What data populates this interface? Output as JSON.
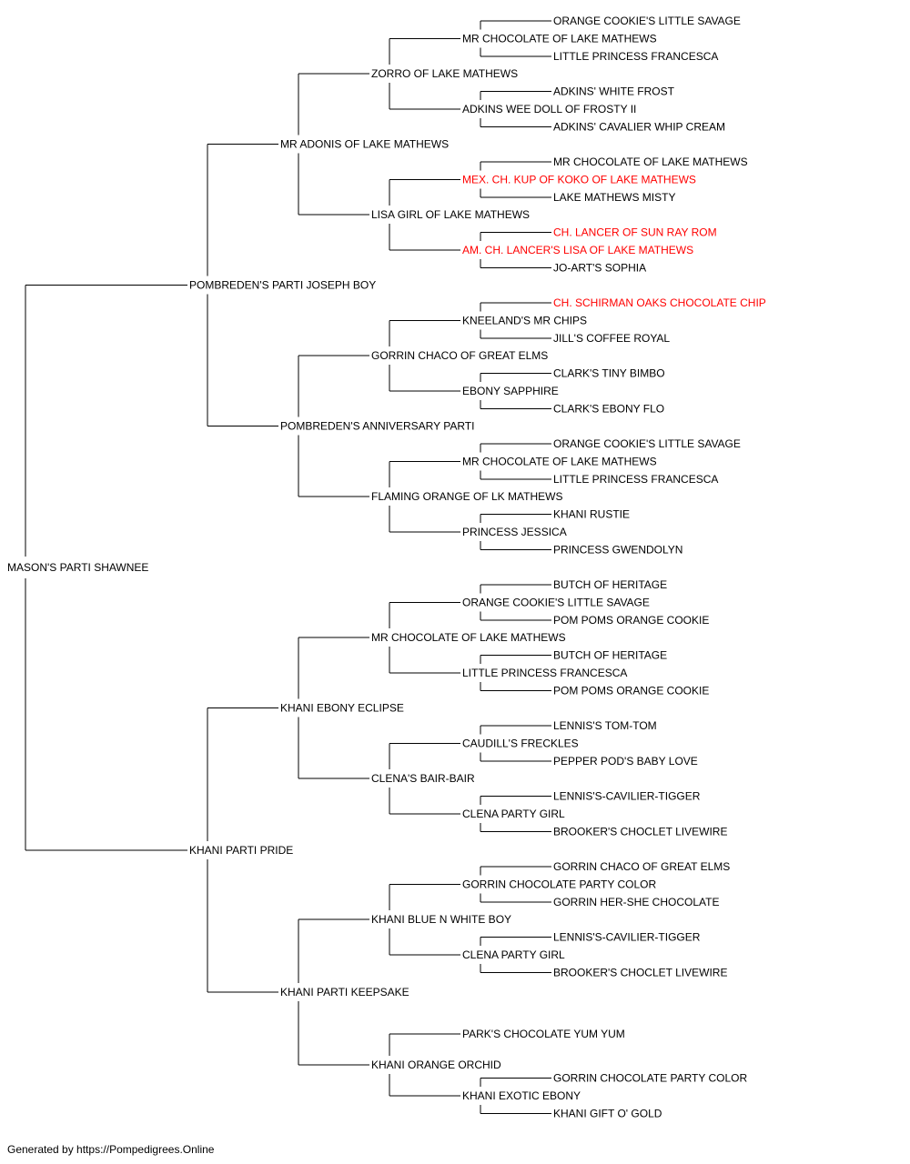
{
  "pedigree": {
    "name": "MASON'S PARTI SHAWNEE",
    "sire": {
      "name": "POMBREDEN'S PARTI JOSEPH BOY",
      "sire": {
        "name": "MR ADONIS OF LAKE MATHEWS",
        "sire": {
          "name": "ZORRO OF LAKE MATHEWS",
          "sire": {
            "name": "MR CHOCOLATE OF LAKE MATHEWS",
            "sire": {
              "name": "ORANGE COOKIE'S LITTLE SAVAGE"
            },
            "dam": {
              "name": "LITTLE PRINCESS FRANCESCA"
            }
          },
          "dam": {
            "name": "ADKINS WEE DOLL OF FROSTY II",
            "sire": {
              "name": "ADKINS' WHITE FROST"
            },
            "dam": {
              "name": "ADKINS' CAVALIER WHIP CREAM"
            }
          }
        },
        "dam": {
          "name": "LISA GIRL OF LAKE MATHEWS",
          "sire": {
            "name": "MEX. CH. KUP OF KOKO OF LAKE MATHEWS",
            "champion": true,
            "sire": {
              "name": "MR CHOCOLATE OF LAKE MATHEWS"
            },
            "dam": {
              "name": "LAKE MATHEWS MISTY"
            }
          },
          "dam": {
            "name": "AM. CH. LANCER'S LISA OF LAKE MATHEWS",
            "champion": true,
            "sire": {
              "name": "CH. LANCER OF SUN RAY ROM",
              "champion": true
            },
            "dam": {
              "name": "JO-ART'S SOPHIA"
            }
          }
        }
      },
      "dam": {
        "name": "POMBREDEN'S ANNIVERSARY PARTI",
        "sire": {
          "name": "GORRIN CHACO OF GREAT ELMS",
          "sire": {
            "name": "KNEELAND'S MR CHIPS",
            "sire": {
              "name": "CH. SCHIRMAN OAKS CHOCOLATE CHIP",
              "champion": true
            },
            "dam": {
              "name": "JILL'S COFFEE ROYAL"
            }
          },
          "dam": {
            "name": "EBONY SAPPHIRE",
            "sire": {
              "name": "CLARK'S TINY BIMBO"
            },
            "dam": {
              "name": "CLARK'S EBONY FLO"
            }
          }
        },
        "dam": {
          "name": "FLAMING ORANGE OF LK MATHEWS",
          "sire": {
            "name": "MR CHOCOLATE OF LAKE MATHEWS",
            "sire": {
              "name": "ORANGE COOKIE'S LITTLE SAVAGE"
            },
            "dam": {
              "name": "LITTLE PRINCESS FRANCESCA"
            }
          },
          "dam": {
            "name": "PRINCESS JESSICA",
            "sire": {
              "name": "KHANI RUSTIE"
            },
            "dam": {
              "name": "PRINCESS GWENDOLYN"
            }
          }
        }
      }
    },
    "dam": {
      "name": "KHANI PARTI PRIDE",
      "sire": {
        "name": "KHANI EBONY ECLIPSE",
        "sire": {
          "name": "MR CHOCOLATE OF LAKE MATHEWS",
          "sire": {
            "name": "ORANGE COOKIE'S LITTLE SAVAGE",
            "sire": {
              "name": "BUTCH OF HERITAGE"
            },
            "dam": {
              "name": "POM POMS ORANGE COOKIE"
            }
          },
          "dam": {
            "name": "LITTLE PRINCESS FRANCESCA",
            "sire": {
              "name": "BUTCH OF HERITAGE"
            },
            "dam": {
              "name": "POM POMS ORANGE COOKIE"
            }
          }
        },
        "dam": {
          "name": "CLENA'S BAIR-BAIR",
          "sire": {
            "name": "CAUDILL'S FRECKLES",
            "sire": {
              "name": "LENNIS'S TOM-TOM"
            },
            "dam": {
              "name": "PEPPER POD'S BABY LOVE"
            }
          },
          "dam": {
            "name": "CLENA PARTY GIRL",
            "sire": {
              "name": "LENNIS'S-CAVILIER-TIGGER"
            },
            "dam": {
              "name": "BROOKER'S CHOCLET LIVEWIRE"
            }
          }
        }
      },
      "dam": {
        "name": "KHANI PARTI KEEPSAKE",
        "sire": {
          "name": "KHANI BLUE N WHITE BOY",
          "sire": {
            "name": "GORRIN CHOCOLATE PARTY COLOR",
            "sire": {
              "name": "GORRIN CHACO OF GREAT ELMS"
            },
            "dam": {
              "name": "GORRIN HER-SHE CHOCOLATE"
            }
          },
          "dam": {
            "name": "CLENA PARTY GIRL",
            "sire": {
              "name": "LENNIS'S-CAVILIER-TIGGER"
            },
            "dam": {
              "name": "BROOKER'S CHOCLET LIVEWIRE"
            }
          }
        },
        "dam": {
          "name": "KHANI ORANGE ORCHID",
          "sire": {
            "name": "PARK'S CHOCOLATE YUM YUM"
          },
          "dam": {
            "name": "KHANI EXOTIC EBONY",
            "sire": {
              "name": "GORRIN CHOCOLATE PARTY COLOR"
            },
            "dam": {
              "name": "KHANI GIFT O' GOLD"
            }
          }
        }
      }
    }
  },
  "colors": {
    "line": "#000000",
    "text": "#000000",
    "champion": "#ff0000"
  },
  "footer": "Generated by https://Pompedigrees.Online"
}
